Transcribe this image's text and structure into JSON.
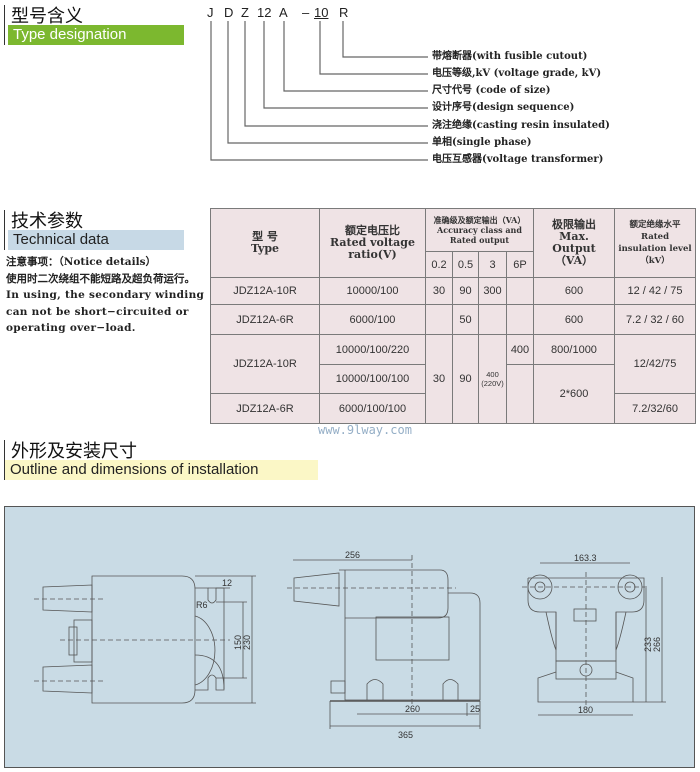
{
  "type_designation": {
    "title_cn": "型号含义",
    "title_en": "Type designation",
    "code_parts": [
      "J",
      "D",
      "Z",
      "12",
      "A",
      "–",
      "10",
      "R"
    ],
    "legend": [
      "带熔断器(with fusible cutout)",
      "电压等级,kV (voltage grade, kV)",
      "尺寸代号 (code of size)",
      "设计序号(design sequence)",
      "浇注绝缘(casting resin insulated)",
      "单相(single phase)",
      "电压互感器(voltage transformer)"
    ]
  },
  "technical_data": {
    "title_cn": "技术参数",
    "title_en": "Technical data",
    "notice": [
      "注意事项：（Notice details）",
      "使用时二次绕组不能短路及超负荷运行。",
      "In using, the secondary winding can not be short−circuited or operating over−load."
    ],
    "table": {
      "headers": {
        "type": "型 号\nType",
        "ratio": "额定电压比\nRated voltage ratio(V)",
        "accuracy": "准确级及额定输出（VA）\nAccuracy class and Rated output",
        "classes": [
          "0.2",
          "0.5",
          "3",
          "6P"
        ],
        "max_output": "极限输出\nMax. Output（VA）",
        "insulation": "额定绝缘水平\nRated insulation level（kV）"
      },
      "rows": [
        {
          "type": "JDZ12A-10R",
          "ratio": "10000/100",
          "c02": "30",
          "c05": "90",
          "c3": "300",
          "c6p": "",
          "max": "600",
          "ins": "12 / 42 / 75"
        },
        {
          "type": "JDZ12A-6R",
          "ratio": "6000/100",
          "c02": "",
          "c05": "50",
          "c3": "",
          "c6p": "",
          "max": "600",
          "ins": "7.2 / 32 / 60"
        },
        {
          "type": "JDZ12A-10R",
          "ratio": "10000/100/220",
          "c02": "30",
          "c05": "90",
          "c3": "400\n(220V)",
          "c6p": "400",
          "max": "800/1000",
          "ins": "12/42/75"
        },
        {
          "ratio": "10000/100/100",
          "max": "2*600"
        },
        {
          "type": "JDZ12A-6R",
          "ratio": "6000/100/100",
          "ins": "7.2/32/60"
        }
      ]
    },
    "watermark": "www.9lway.com"
  },
  "outline": {
    "title_cn": "外形及安装尺寸",
    "title_en": "Outline and dimensions of installation",
    "dims": {
      "left": [
        "12",
        "R6",
        "150",
        "230"
      ],
      "middle": [
        "256",
        "260",
        "25",
        "365"
      ],
      "right": [
        "163.3",
        "233",
        "266",
        "180"
      ]
    }
  },
  "colors": {
    "green": "#7cb82f",
    "blue": "#c7d9e6",
    "yellow": "#fbf7c6",
    "table_bg": "#efe3e5",
    "drawing_bg": "#c9dbe5"
  }
}
